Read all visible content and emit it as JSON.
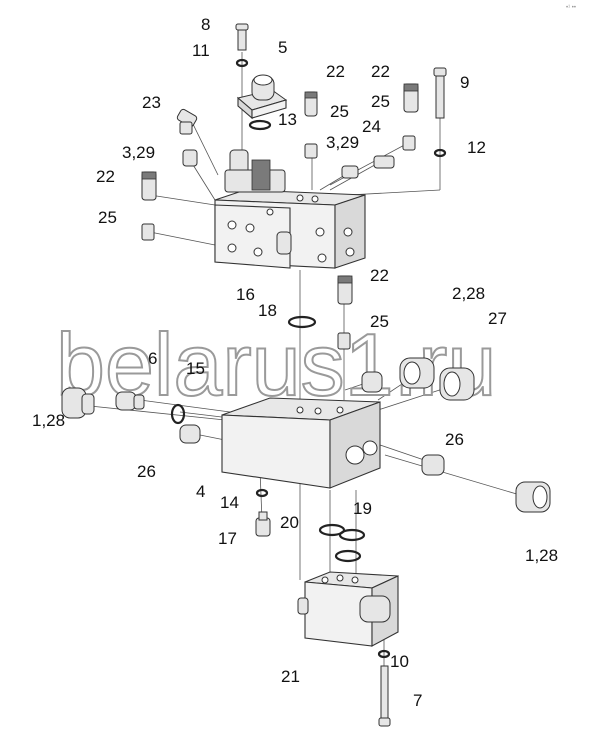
{
  "corner_mark": "•¹ ••",
  "watermark": "belarus1.ru",
  "callouts": [
    {
      "id": "c8",
      "text": "8"
    },
    {
      "id": "c11",
      "text": "11"
    },
    {
      "id": "c5",
      "text": "5"
    },
    {
      "id": "c22a",
      "text": "22"
    },
    {
      "id": "c22b",
      "text": "22"
    },
    {
      "id": "c9",
      "text": "9"
    },
    {
      "id": "c23",
      "text": "23"
    },
    {
      "id": "c25a",
      "text": "25"
    },
    {
      "id": "c25b",
      "text": "25"
    },
    {
      "id": "c13",
      "text": "13"
    },
    {
      "id": "c3_29a",
      "text": "3,29"
    },
    {
      "id": "c24",
      "text": "24"
    },
    {
      "id": "c12",
      "text": "12"
    },
    {
      "id": "c3_29b",
      "text": "3,29"
    },
    {
      "id": "c22c",
      "text": "22"
    },
    {
      "id": "c25c",
      "text": "25"
    },
    {
      "id": "c22d",
      "text": "22"
    },
    {
      "id": "c16",
      "text": "16"
    },
    {
      "id": "c18",
      "text": "18"
    },
    {
      "id": "c2_28",
      "text": "2,28"
    },
    {
      "id": "c27",
      "text": "27"
    },
    {
      "id": "c25d",
      "text": "25"
    },
    {
      "id": "c6",
      "text": "6"
    },
    {
      "id": "c15",
      "text": "15"
    },
    {
      "id": "c1_28a",
      "text": "1,28"
    },
    {
      "id": "c26a",
      "text": "26"
    },
    {
      "id": "c26b",
      "text": "26"
    },
    {
      "id": "c4",
      "text": "4"
    },
    {
      "id": "c14",
      "text": "14"
    },
    {
      "id": "c19",
      "text": "19"
    },
    {
      "id": "c17",
      "text": "17"
    },
    {
      "id": "c20",
      "text": "20"
    },
    {
      "id": "c1_28b",
      "text": "1,28"
    },
    {
      "id": "c10",
      "text": "10"
    },
    {
      "id": "c21",
      "text": "21"
    },
    {
      "id": "c7",
      "text": "7"
    }
  ]
}
